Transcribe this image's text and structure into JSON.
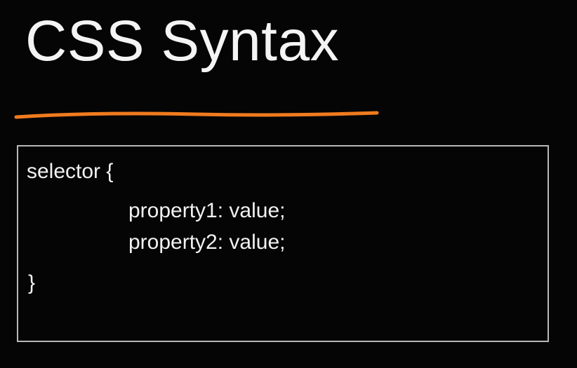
{
  "slide": {
    "title": "CSS Syntax",
    "accent_color": "#f07b1e",
    "code": {
      "selector_line": "selector {",
      "property1_line": "property1: value;",
      "property2_line": "property2: value;",
      "closing_line": "}"
    }
  }
}
